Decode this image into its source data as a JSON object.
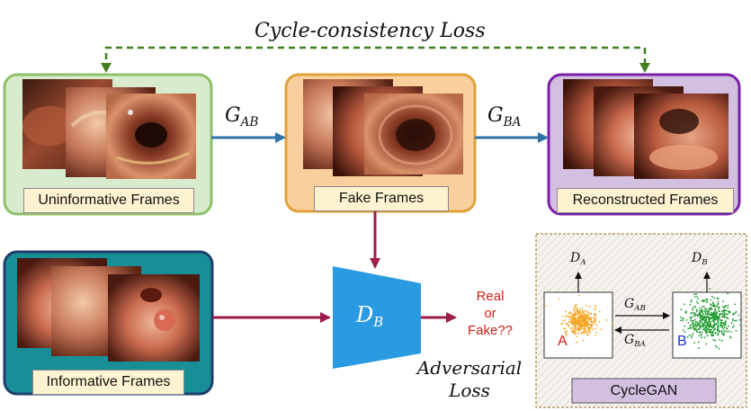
{
  "title": "Cycle-consistency Loss",
  "boxes": {
    "uninformative": "Uninformative Frames",
    "fake": "Fake Frames",
    "reconstructed": "Reconstructed Frames",
    "informative": "Informative Frames"
  },
  "generators": {
    "gab_main": "G",
    "gab_sub": "AB",
    "gba_main": "G",
    "gba_sub": "BA"
  },
  "discriminator": {
    "main": "D",
    "sub": "B"
  },
  "output": {
    "line1": "Real",
    "line2": "or",
    "line3": "Fake??"
  },
  "adversarial": {
    "line1": "Adversarial",
    "line2": "Loss"
  },
  "cyclegan": {
    "label": "CycleGAN",
    "da_main": "D",
    "da_sub": "A",
    "db_main": "D",
    "db_sub": "B",
    "gab_main": "G",
    "gab_sub": "AB",
    "gba_main": "G",
    "gba_sub": "BA",
    "a_letter": "A",
    "b_letter": "B"
  },
  "colors": {
    "green_border": "#8fbf6a",
    "green_fill": "#d8ebcc",
    "orange_border": "#e0a23a",
    "orange_fill": "#f9cf9e",
    "purple_border": "#7a1fa8",
    "purple_fill": "#d3bfe0",
    "teal_border": "#1e3e6e",
    "teal_fill": "#188f96",
    "cycle_green": "#3f7f1e",
    "blue_arrow": "#2f73a8",
    "crimson_arrow": "#9c1c4c",
    "disc_blue": "#2a9be0",
    "output_red": "#d0201a",
    "cluster_orange": "#f5a623",
    "cluster_green": "#1e9a2e"
  }
}
